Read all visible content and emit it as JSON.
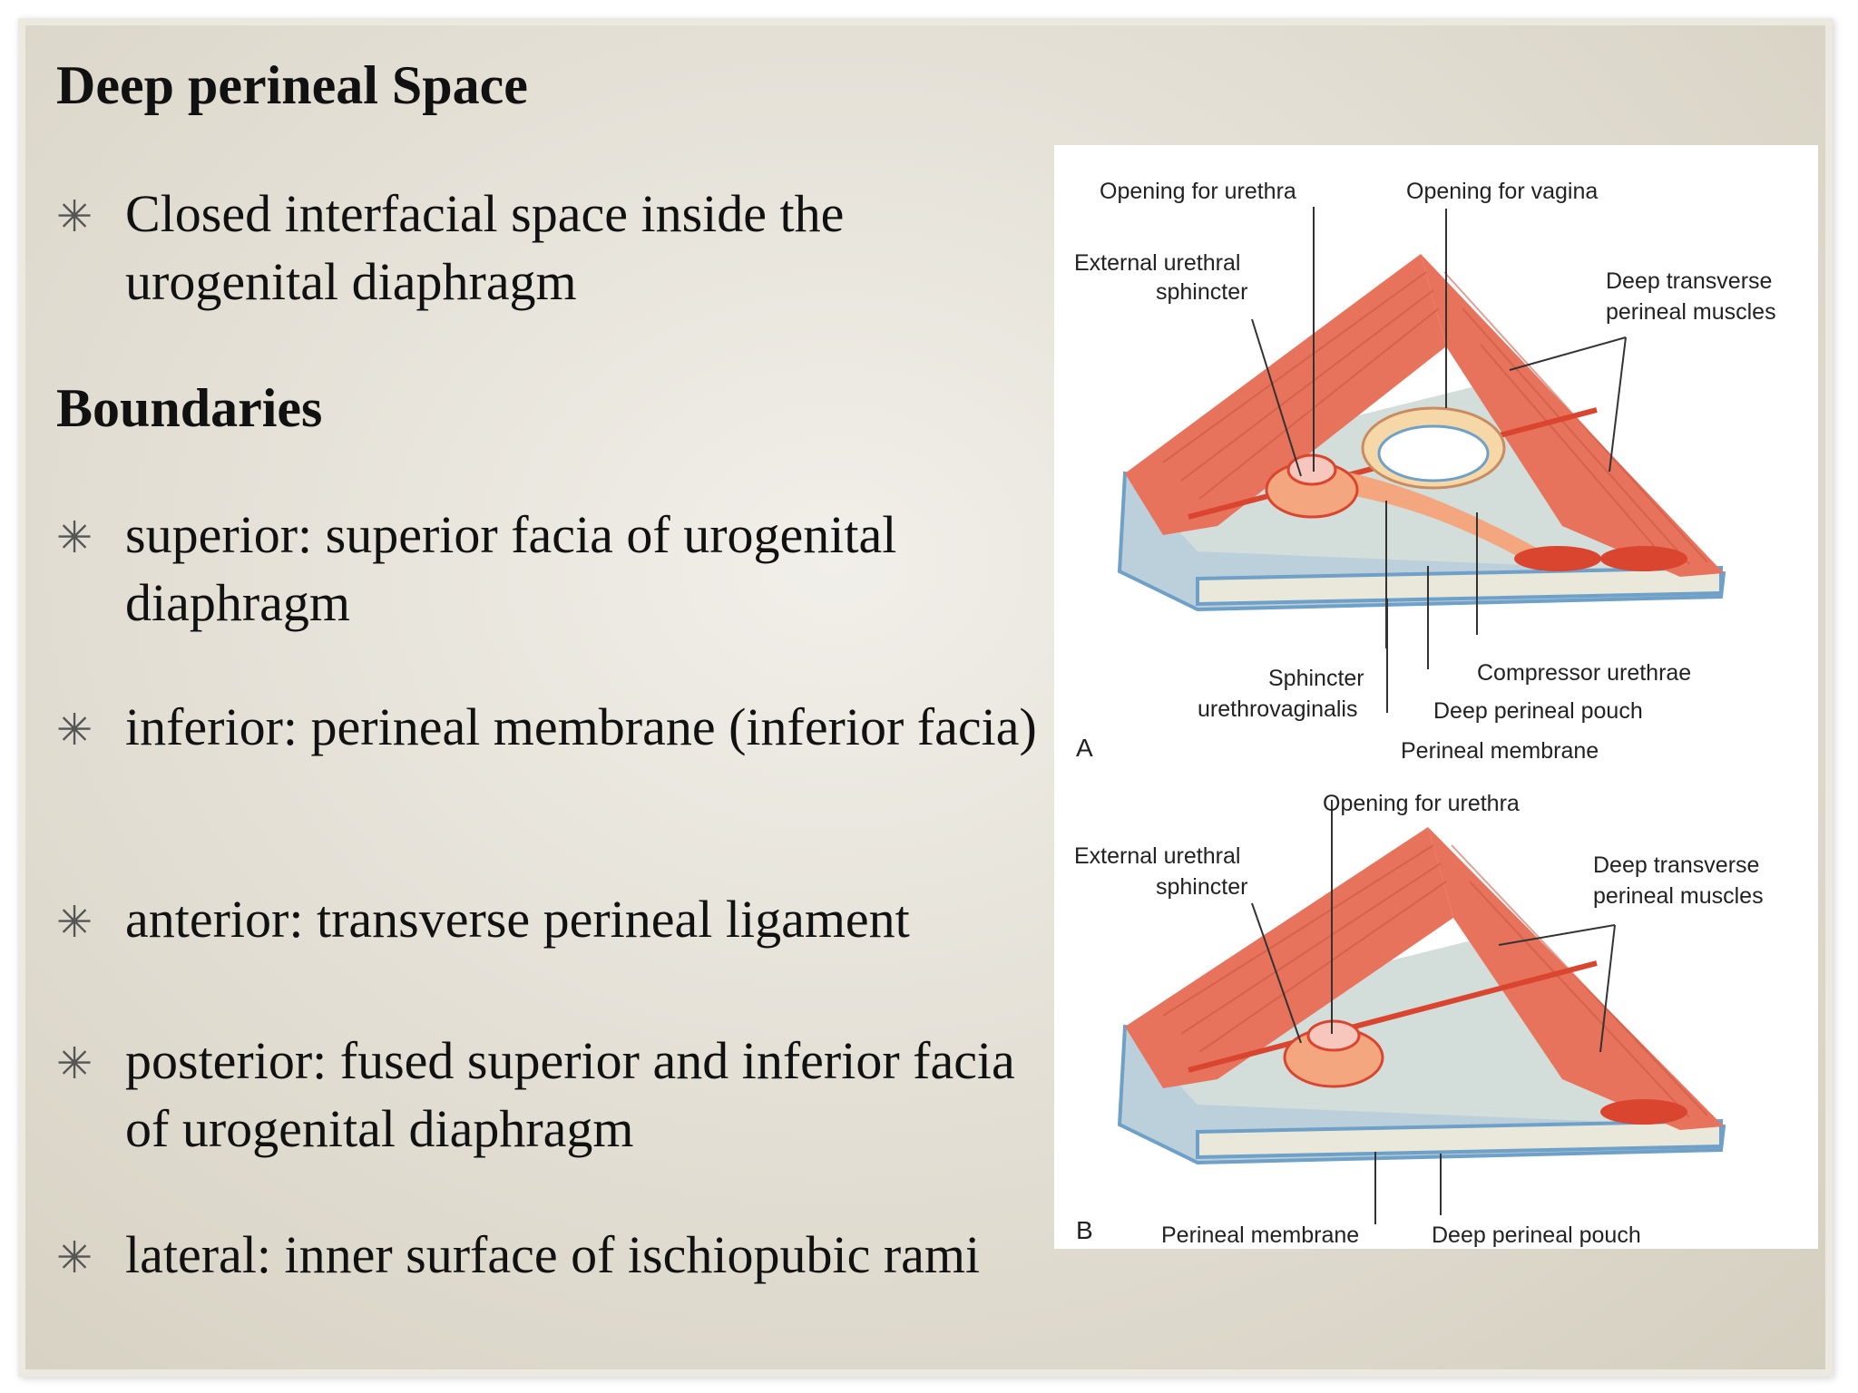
{
  "slide": {
    "title": "Deep perineal Space",
    "definition": "Closed interfacial space inside the urogenital diaphragm",
    "boundaries_heading": "Boundaries",
    "bullet_symbol": "✳",
    "boundaries": [
      "superior: superior facia of urogenital diaphragm",
      "inferior: perineal membrane (inferior facia)",
      "anterior: transverse perineal ligament",
      "posterior: fused superior and inferior facia of urogenital diaphragm",
      "lateral: inner surface of ischiopubic rami"
    ]
  },
  "figure": {
    "colors": {
      "muscle": "#e8735c",
      "muscle_dark": "#d9452f",
      "fascia": "#cfd8d6",
      "membrane_edge": "#6fa0c8",
      "sphincter": "#f4a77e"
    },
    "panel_a": {
      "label": "A",
      "opening_urethra": "Opening for urethra",
      "opening_vagina": "Opening for vagina",
      "ext_sphincter_1": "External urethral",
      "ext_sphincter_2": "sphincter",
      "deep_transverse_1": "Deep transverse",
      "deep_transverse_2": "perineal muscles",
      "sphincter_uv_1": "Sphincter",
      "sphincter_uv_2": "urethrovaginalis",
      "compressor": "Compressor urethrae",
      "deep_pouch": "Deep perineal pouch",
      "perineal_membrane": "Perineal membrane"
    },
    "panel_b": {
      "label": "B",
      "opening_urethra": "Opening for urethra",
      "ext_sphincter_1": "External urethral",
      "ext_sphincter_2": "sphincter",
      "deep_transverse_1": "Deep transverse",
      "deep_transverse_2": "perineal muscles",
      "perineal_membrane": "Perineal membrane",
      "deep_pouch": "Deep perineal pouch"
    }
  }
}
